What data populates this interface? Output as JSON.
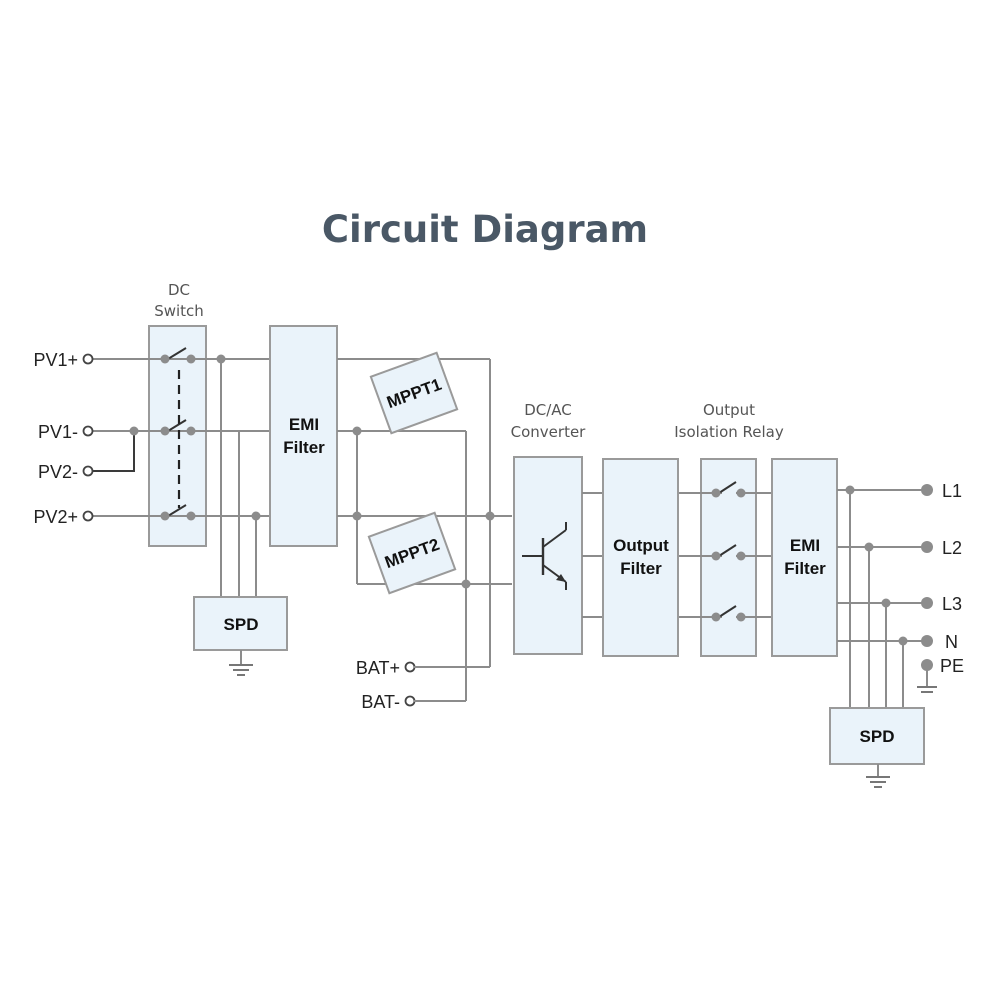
{
  "title": "Circuit Diagram",
  "captions": {
    "dc_switch": [
      "DC",
      "Switch"
    ],
    "dc_ac_converter": [
      "DC/AC",
      "Converter"
    ],
    "output_isolation_relay": [
      "Output",
      "Isolation Relay"
    ]
  },
  "blocks": {
    "emi_filter_in": [
      "EMI",
      "Filter"
    ],
    "emi_filter_out": [
      "EMI",
      "Filter"
    ],
    "mppt1": "MPPT1",
    "mppt2": "MPPT2",
    "output_filter": [
      "Output",
      "Filter"
    ],
    "spd_left": "SPD",
    "spd_right": "SPD"
  },
  "inputs": {
    "pv1_pos": "PV1+",
    "pv1_neg": "PV1-",
    "pv2_neg": "PV2-",
    "pv2_pos": "PV2+",
    "bat_pos": "BAT+",
    "bat_neg": "BAT-"
  },
  "outputs": {
    "l1": "L1",
    "l2": "L2",
    "l3": "L3",
    "n": "N",
    "pe": "PE"
  },
  "colors": {
    "block_fill": "#eaf3fa",
    "block_stroke": "#9a9a9a",
    "wire": "#8c8c8c",
    "title": "#4a5866"
  }
}
